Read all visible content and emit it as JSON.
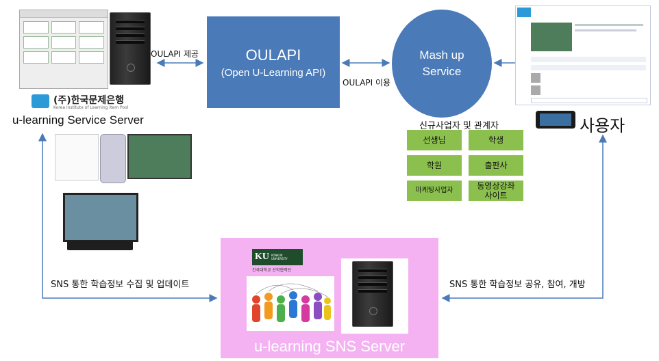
{
  "oulapi": {
    "title": "OULAPI",
    "subtitle": "(Open U-Learning API)"
  },
  "mashup": {
    "line1": "Mash up",
    "line2": "Service"
  },
  "labels": {
    "oulapi_provide": "OULAPI  제공",
    "oulapi_use": "OULAPI 이용",
    "service_server": "u-learning Service Server",
    "company": "(주)한국문제은행",
    "company_en": "Korea Institute of Learning Item Pool",
    "user": "사용자",
    "stakeholders_title": "신규사업자 및 관계자",
    "sns_collect": "SNS 통한 학습정보 수집 및 업데이트",
    "sns_share": "SNS 통한 학습정보 공유, 참여, 개방",
    "sns_server": "u-learning SNS Server",
    "ku_logo": "KU",
    "ku_univ": "KONKUK UNIVERSITY",
    "ku_caption": "건국대학교 산학협력단"
  },
  "stakeholders": [
    "선생님",
    "학생",
    "학원",
    "출판사",
    "마케팅사업자",
    "동영상강좌\n사이트"
  ],
  "colors": {
    "box": "#4a7ab8",
    "stake": "#8cc04e",
    "sns": "#f4b2f2",
    "arrow": "#4a7ab8"
  }
}
